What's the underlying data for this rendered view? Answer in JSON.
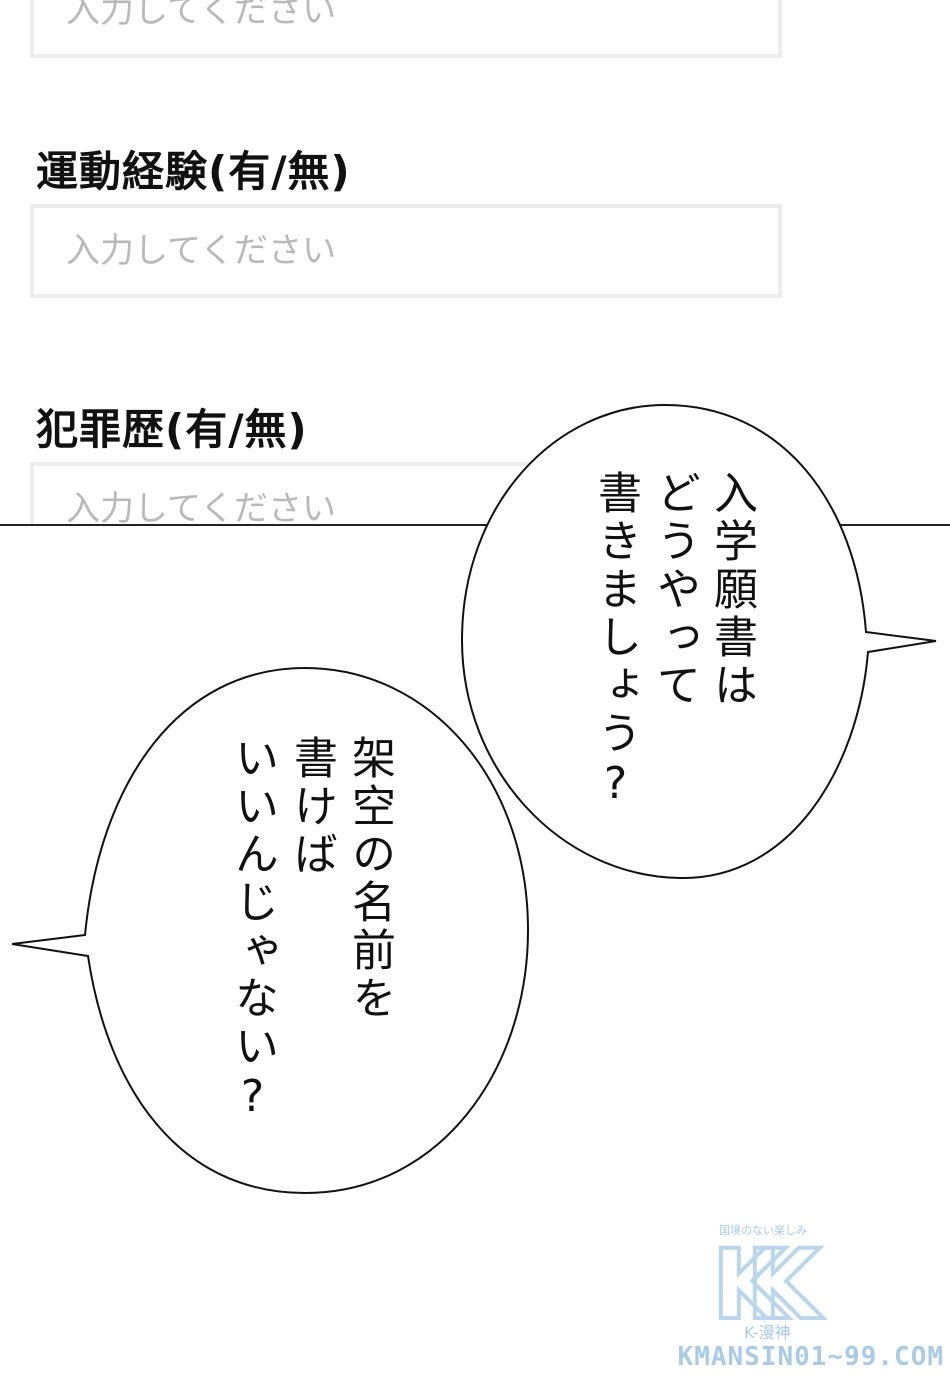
{
  "form": {
    "fields": [
      {
        "label": "",
        "placeholder": "入力してください"
      },
      {
        "label": "運動経験(有/無)",
        "placeholder": "入力してください"
      },
      {
        "label": "犯罪歴(有/無)",
        "placeholder": "入力してください"
      }
    ]
  },
  "dialogue": {
    "bubble_right": {
      "line1": "入学願書は",
      "line2": "どうやって",
      "line3": "書きましょう?"
    },
    "bubble_left": {
      "line1": "架空の名前を",
      "line2": "書けば",
      "line3": "いいんじゃない?"
    }
  },
  "watermark": {
    "tagline": "国境のない楽しみ",
    "logo_letters": "K",
    "brand": "K-漫神",
    "domain": "KMANSIN01~99.COM",
    "color": "#a9cbe6"
  }
}
